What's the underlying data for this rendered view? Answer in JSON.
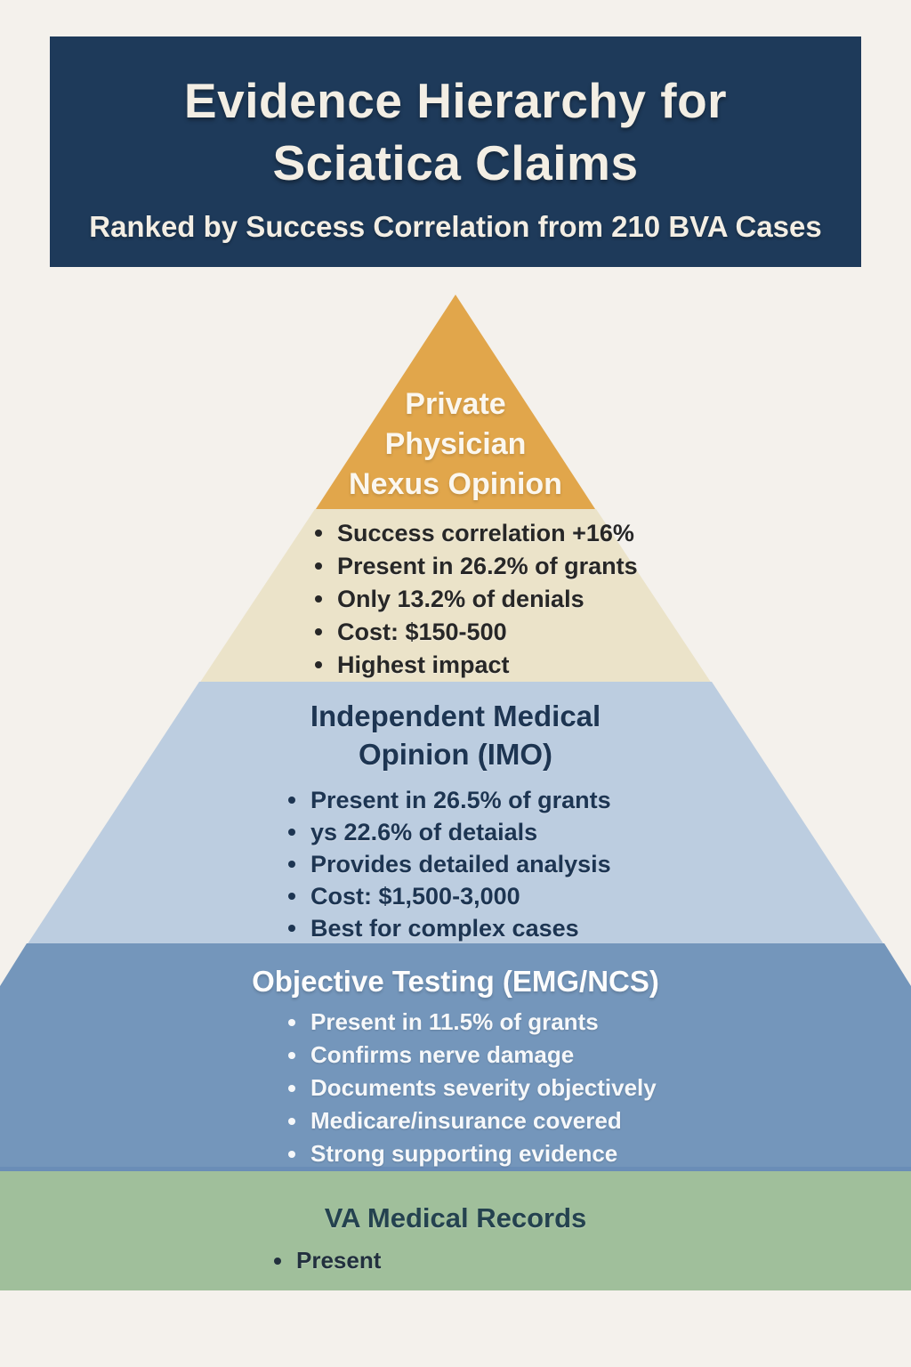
{
  "header": {
    "title_line1": "Evidence Hierarchy for",
    "title_line2": "Sciatica Claims",
    "subtitle": "Ranked by Success Correlation from 210 BVA Cases"
  },
  "pyramid": {
    "tiers": [
      {
        "name": "Private Physician Nexus Opinion",
        "heading_lines": [
          "Private",
          "Physician",
          "Nexus Opinion"
        ],
        "shape_color": "#e1a64b",
        "bullets_panel_color": "#ebe3c9",
        "bullets": [
          "Success correlation +16%",
          "Present in 26.2% of grants",
          "Only 13.2% of denials",
          "Cost: $150-500",
          "Highest impact"
        ]
      },
      {
        "name": "Independent Medical Opinion (IMO)",
        "heading_lines": [
          "Independent Medical",
          "Opinion (IMO)"
        ],
        "shape_color": "#bccde0",
        "bullets": [
          "Present in 26.5% of grants",
          "ys 22.6% of detaials",
          "Provides detailed analysis",
          "Cost: $1,500-3,000",
          "Best for complex cases"
        ]
      },
      {
        "name": "Objective Testing (EMG/NCS)",
        "heading_lines": [
          "Objective Testing (EMG/NCS)"
        ],
        "shape_color": "#7496bb",
        "bullets": [
          "Present in 11.5% of grants",
          "Confirms nerve damage",
          "Documents severity objectively",
          "Medicare/insurance covered",
          "Strong supporting evidence"
        ]
      },
      {
        "name": "VA Medical Records",
        "heading_lines": [
          "VA Medical Records"
        ],
        "shape_color": "#a0bf9b",
        "bullets": [
          "Present"
        ]
      }
    ]
  },
  "colors": {
    "background": "#f4f1ec",
    "header_navy": "#1e3a5a",
    "header_text": "#f3eee4",
    "tier1_orange": "#e1a64b",
    "tier2_cream": "#ebe3c9",
    "tier3_light_blue": "#bccde0",
    "tier4_steel_blue": "#7496bb",
    "tier5_green": "#a0bf9b",
    "dark_text": "#1d3552"
  }
}
